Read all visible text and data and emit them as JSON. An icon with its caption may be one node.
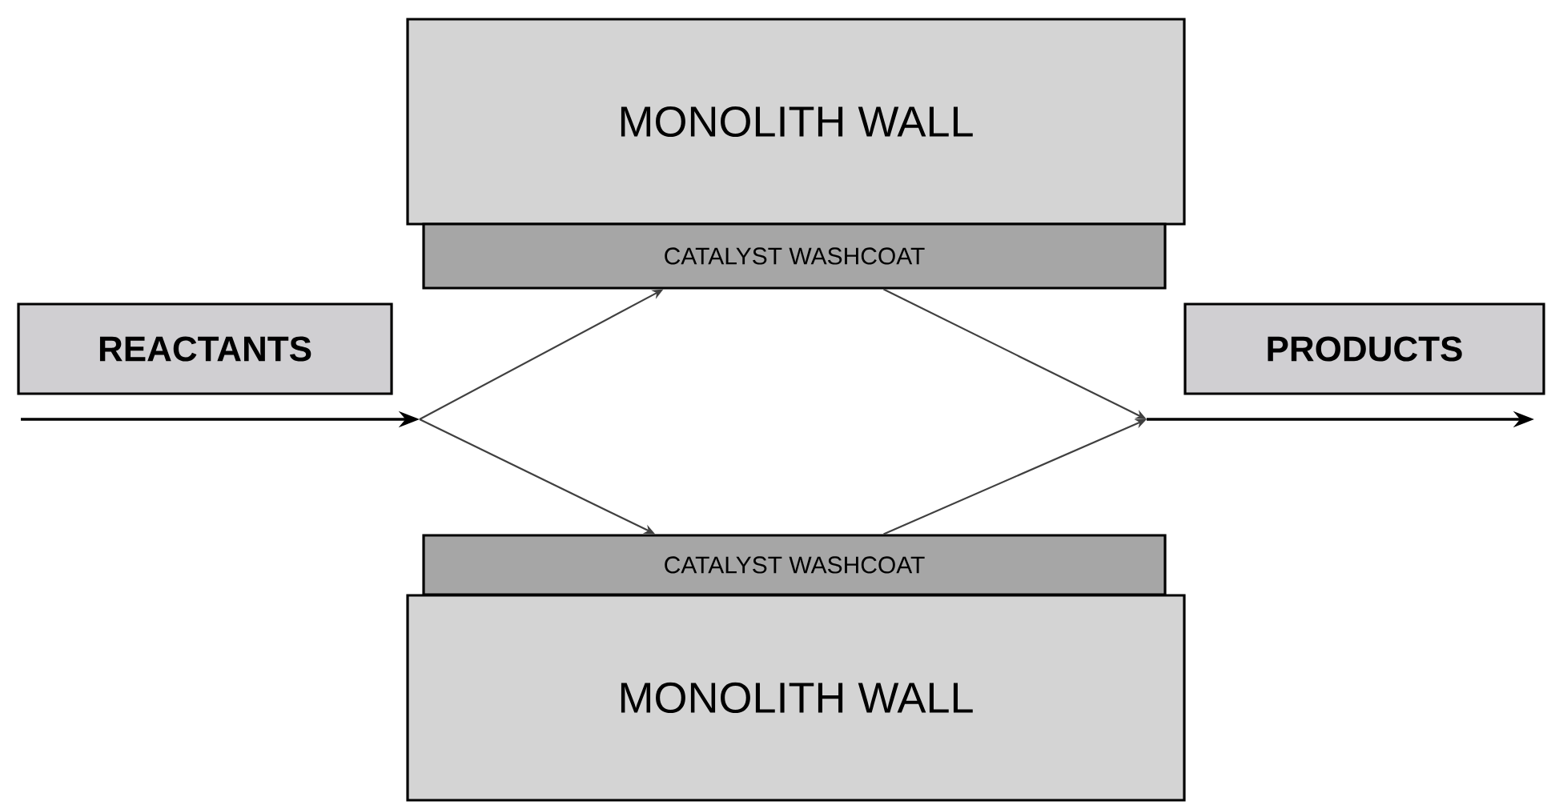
{
  "diagram": {
    "nodes": [
      {
        "text": [
          "MONOLITH WALL"
        ]
      },
      {
        "text": [
          "CATALYST WASHCOAT"
        ]
      },
      {
        "text": [
          "REACTANTS"
        ]
      },
      {
        "text": [
          "PRODUCTS"
        ]
      },
      {
        "text": [
          "CATALYST WASHCOAT"
        ]
      },
      {
        "text": [
          "MONOLITH WALL"
        ]
      }
    ],
    "edges": [
      {
        "from": null,
        "to": 1,
        "arrow": "to"
      },
      {
        "from": null,
        "to": 4,
        "arrow": "to"
      },
      {
        "from": 1,
        "to": null,
        "arrow": "to"
      },
      {
        "from": 4,
        "to": null,
        "arrow": "to"
      }
    ]
  }
}
